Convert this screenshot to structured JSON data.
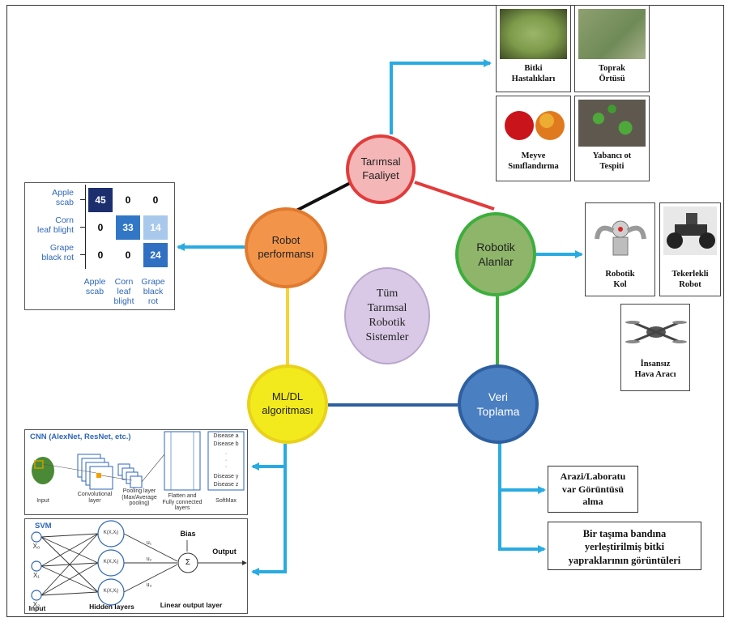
{
  "center": {
    "line1": "Tüm",
    "line2": "Tarımsal",
    "line3": "Robotik",
    "line4": "Sistemler"
  },
  "nodes": {
    "tarimsal": {
      "line1": "Tarımsal",
      "line2": "Faaliyet",
      "color": "#f4b6b6",
      "border": "#e23b3b"
    },
    "robotik": {
      "line1": "Robotik",
      "line2": "Alanlar",
      "color": "#8fb56a",
      "border": "#3dae3d"
    },
    "veri": {
      "line1": "Veri",
      "line2": "Toplama",
      "color": "#4a7fc1",
      "border": "#2e5fa0"
    },
    "mldl": {
      "line1": "ML/DL",
      "line2": "algoritması",
      "color": "#f2ea1c",
      "border": "#c8c000"
    },
    "robot_perf": {
      "line1": "Robot",
      "line2": "performansı",
      "color": "#f2954b",
      "border": "#d27325"
    }
  },
  "photos": {
    "bitki": {
      "line1": "Bitki",
      "line2": "Hastalıkları"
    },
    "toprak": {
      "line1": "Toprak",
      "line2": "Örtüsü"
    },
    "meyve": {
      "line1": "Meyve",
      "line2": "Sınıflandırma"
    },
    "yabanci": {
      "line1": "Yabancı ot",
      "line2": "Tespiti"
    },
    "robotik_kol": {
      "line1": "Robotik",
      "line2": "Kol"
    },
    "tekerlekli": {
      "line1": "Tekerlekli",
      "line2": "Robot"
    },
    "insansiz": {
      "line1": "İnsansız",
      "line2": "Hava Aracı"
    }
  },
  "boxes": {
    "arazi": {
      "line1": "Arazi/Laboratu",
      "line2": "var Görüntüsü",
      "line3": "alma"
    },
    "bant": {
      "line1": "Bir taşıma bandına",
      "line2": "yerleştirilmiş bitki",
      "line3": "yapraklarının görüntüleri"
    }
  },
  "confusion": {
    "rows": [
      {
        "label1": "Apple",
        "label2": "scab",
        "values": [
          "45",
          "0",
          "0"
        ]
      },
      {
        "label1": "Corn",
        "label2": "leaf blight",
        "values": [
          "0",
          "33",
          "14"
        ]
      },
      {
        "label1": "Grape",
        "label2": "black rot",
        "values": [
          "0",
          "0",
          "24"
        ]
      }
    ],
    "cols": [
      {
        "l1": "Apple",
        "l2": "scab",
        "l3": ""
      },
      {
        "l1": "Corn",
        "l2": "leaf",
        "l3": "blight"
      },
      {
        "l1": "Grape",
        "l2": "black",
        "l3": "rot"
      }
    ]
  },
  "cnn": {
    "title": "CNN (AlexNet, ResNet, etc.)",
    "input": "Input",
    "conv1": "Convolutional",
    "conv2": "layer",
    "pool1": "Pooling layer",
    "pool2": "(Max/Average",
    "pool3": "pooling)",
    "flat1": "Flatten and",
    "flat2": "Fully connected",
    "flat3": "layers",
    "softmax": "SoftMax",
    "diseases": [
      "Disease a",
      "Disease b",
      "·",
      "·",
      "·",
      "Disease y",
      "Disease z"
    ]
  },
  "svm": {
    "title": "SVM",
    "x0": "X₀",
    "x1": "X₁",
    "x2": "X₂",
    "h": "K(X,Xᵢ)",
    "u1": "u₁",
    "u2": "u₂",
    "u3": "u₃",
    "bias": "Bias",
    "sum": "Σ",
    "output": "Output",
    "input_lab": "Input",
    "hidden_lab": "Hidden layers",
    "linear_lab": "Linear output layer"
  },
  "colors": {
    "arrow": "#29abe2",
    "black_line": "#111111",
    "yellow_line": "#f5d33a",
    "blue_line": "#2e5fa0",
    "green_line": "#3dae3d",
    "red_line": "#e23b3b"
  }
}
